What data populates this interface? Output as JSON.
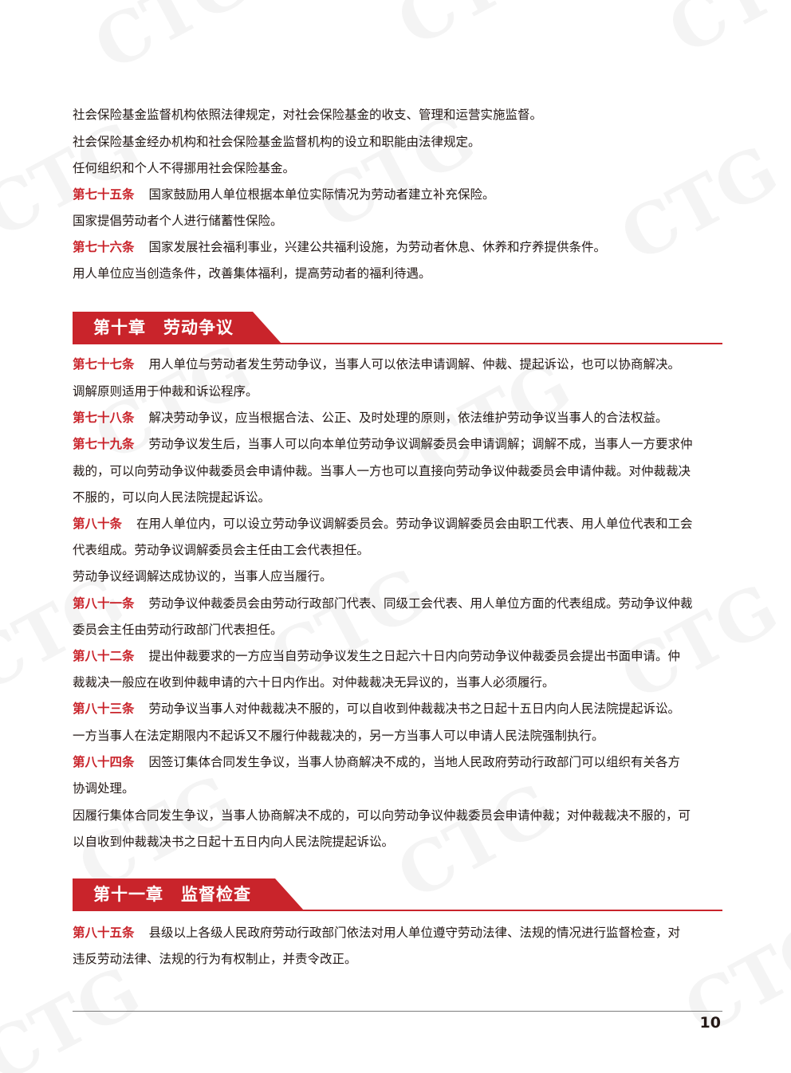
{
  "lines": [
    {
      "article": "",
      "text": "社会保险基金监督机构依照法律规定，对社会保险基金的收支、管理和运营实施监督。"
    },
    {
      "article": "",
      "text": "社会保险基金经办机构和社会保险基金监督机构的设立和职能由法律规定。"
    },
    {
      "article": "",
      "text": "任何组织和个人不得挪用社会保险基金。"
    },
    {
      "article": "第七十五条",
      "text": "国家鼓励用人单位根据本单位实际情况为劳动者建立补充保险。"
    },
    {
      "article": "",
      "text": "国家提倡劳动者个人进行储蓄性保险。"
    },
    {
      "article": "第七十六条",
      "text": "国家发展社会福利事业，兴建公共福利设施，为劳动者休息、休养和疗养提供条件。"
    },
    {
      "article": "",
      "text": "用人单位应当创造条件，改善集体福利，提高劳动者的福利待遇。"
    },
    {
      "article": "第七十七条",
      "text": "用人单位与劳动者发生劳动争议，当事人可以依法申请调解、仲裁、提起诉讼，也可以协商解决。"
    },
    {
      "article": "",
      "text": "调解原则适用于仲裁和诉讼程序。"
    },
    {
      "article": "第七十八条",
      "text": "解决劳动争议，应当根据合法、公正、及时处理的原则，依法维护劳动争议当事人的合法权益。"
    },
    {
      "article": "第七十九条",
      "text": "劳动争议发生后，当事人可以向本单位劳动争议调解委员会申请调解；调解不成，当事人一方要求仲"
    },
    {
      "article": "",
      "text": "裁的，可以向劳动争议仲裁委员会申请仲裁。当事人一方也可以直接向劳动争议仲裁委员会申请仲裁。对仲裁裁决"
    },
    {
      "article": "",
      "text": "不服的，可以向人民法院提起诉讼。"
    },
    {
      "article": "第八十条",
      "text": "在用人单位内，可以设立劳动争议调解委员会。劳动争议调解委员会由职工代表、用人单位代表和工会"
    },
    {
      "article": "",
      "text": "代表组成。劳动争议调解委员会主任由工会代表担任。"
    },
    {
      "article": "",
      "text": "劳动争议经调解达成协议的，当事人应当履行。"
    },
    {
      "article": "第八十一条",
      "text": "劳动争议仲裁委员会由劳动行政部门代表、同级工会代表、用人单位方面的代表组成。劳动争议仲裁"
    },
    {
      "article": "",
      "text": "委员会主任由劳动行政部门代表担任。"
    },
    {
      "article": "第八十二条",
      "text": "提出仲裁要求的一方应当自劳动争议发生之日起六十日内向劳动争议仲裁委员会提出书面申请。仲"
    },
    {
      "article": "",
      "text": "裁裁决一般应在收到仲裁申请的六十日内作出。对仲裁裁决无异议的，当事人必须履行。"
    },
    {
      "article": "第八十三条",
      "text": "劳动争议当事人对仲裁裁决不服的，可以自收到仲裁裁决书之日起十五日内向人民法院提起诉讼。"
    },
    {
      "article": "",
      "text": "一方当事人在法定期限内不起诉又不履行仲裁裁决的，另一方当事人可以申请人民法院强制执行。"
    },
    {
      "article": "第八十四条",
      "text": "因签订集体合同发生争议，当事人协商解决不成的，当地人民政府劳动行政部门可以组织有关各方"
    },
    {
      "article": "",
      "text": "协调处理。"
    },
    {
      "article": "",
      "text": "因履行集体合同发生争议，当事人协商解决不成的，可以向劳动争议仲裁委员会申请仲裁；对仲裁裁决不服的，可"
    },
    {
      "article": "",
      "text": "以自收到仲裁裁决书之日起十五日内向人民法院提起诉讼。"
    },
    {
      "article": "第八十五条",
      "text": "县级以上各级人民政府劳动行政部门依法对用人单位遵守劳动法律、法规的情况进行监督检查，对"
    },
    {
      "article": "",
      "text": "违反劳动法律、法规的行为有权制止，并责令改正。"
    }
  ],
  "chapters": [
    {
      "title": "第十章　劳动争议"
    },
    {
      "title": "第十一章　监督检查"
    }
  ],
  "watermark": {
    "text": "CTG"
  },
  "footer": {
    "page_number": "10"
  },
  "colors": {
    "accent": "#c9242b",
    "text": "#231815"
  }
}
